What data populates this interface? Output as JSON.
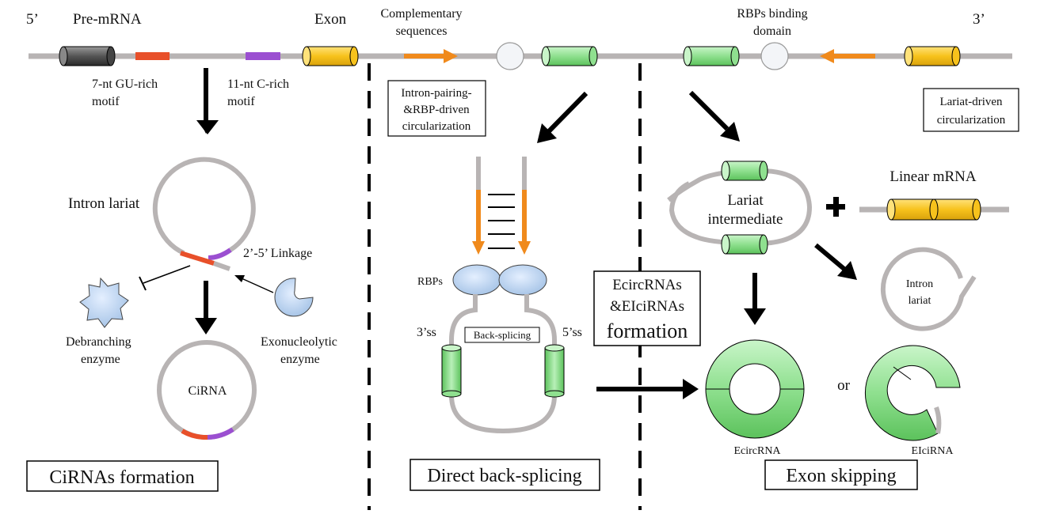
{
  "labels": {
    "five_prime": "5’",
    "three_prime": "3’",
    "pre_mrna": "Pre-mRNA",
    "exon": "Exon",
    "complementary": [
      "Complementary",
      "sequences"
    ],
    "rbps_binding": [
      "RBPs binding",
      "domain"
    ],
    "gu_motif": [
      "7-nt GU-rich",
      "motif"
    ],
    "c_motif": [
      "11-nt C-rich",
      "motif"
    ],
    "intron_pairing": [
      "Intron-pairing-",
      "&RBP-driven",
      "circularization"
    ],
    "lariat_driven": [
      "Lariat-driven",
      "circularization"
    ],
    "intron_lariat": "Intron lariat",
    "linkage": "2’-5’ Linkage",
    "debranching": [
      "Debranching",
      "enzyme"
    ],
    "exonucleolytic": [
      "Exonucleolytic",
      "enzyme"
    ],
    "cirna": "CiRNA",
    "rbps": "RBPs",
    "ss3": "3’ss",
    "ss5": "5’ss",
    "back_splicing": "Back-splicing",
    "ecirc_box": [
      "EcircRNAs",
      "&EIciRNAs",
      "formation"
    ],
    "linear_mrna": "Linear mRNA",
    "lariat_intermediate": [
      "Lariat",
      "intermediate"
    ],
    "intron_lariat_small": [
      "Intron",
      "lariat"
    ],
    "or": "or",
    "ecircrna": "EcircRNA",
    "eicirna": "EIciRNA",
    "panel_cirnas": "CiRNAs formation",
    "panel_direct": "Direct back-splicing",
    "panel_skipping": "Exon skipping"
  },
  "colors": {
    "strand": "#b8b4b4",
    "gu_motif": "#e8502a",
    "c_motif": "#9b4fd1",
    "exon_yellow": "#f7c21c",
    "exon_green": "#8fe08f",
    "exon_black": "#555555",
    "arrow_orange": "#f08a1c",
    "rbp_blue": "#b9d3ee"
  }
}
